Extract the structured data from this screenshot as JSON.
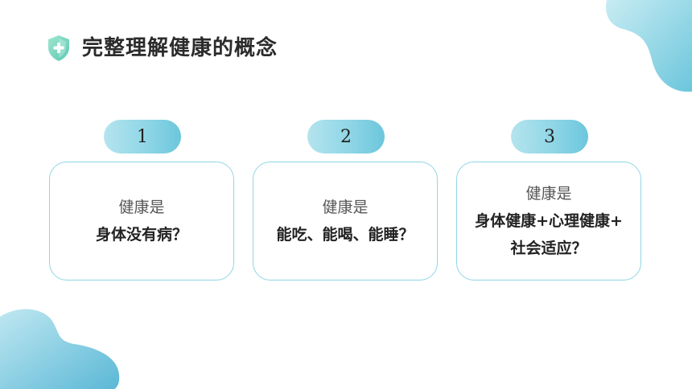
{
  "header": {
    "title": "完整理解健康的概念",
    "icon": "shield-plus-icon"
  },
  "colors": {
    "accent": "#8fd6e6",
    "accent_dark": "#5bbfd8",
    "icon_green": "#7fdcc4"
  },
  "cards": [
    {
      "number": "1",
      "label": "健康是",
      "lines": [
        "身体没有病？"
      ]
    },
    {
      "number": "2",
      "label": "健康是",
      "lines": [
        "能吃、能喝、能睡？"
      ]
    },
    {
      "number": "3",
      "label": "健康是",
      "lines": [
        "身体健康+心理健康+",
        "社会适应？"
      ]
    }
  ]
}
